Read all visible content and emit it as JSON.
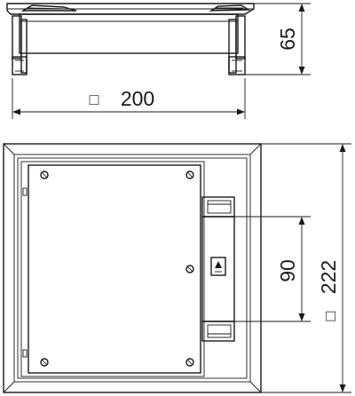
{
  "drawing": {
    "dimensions": {
      "side_height": "65",
      "side_width_symbol": "□",
      "side_width": "200",
      "spacing": "90",
      "outer_symbol": "□",
      "outer_size": "222"
    }
  }
}
